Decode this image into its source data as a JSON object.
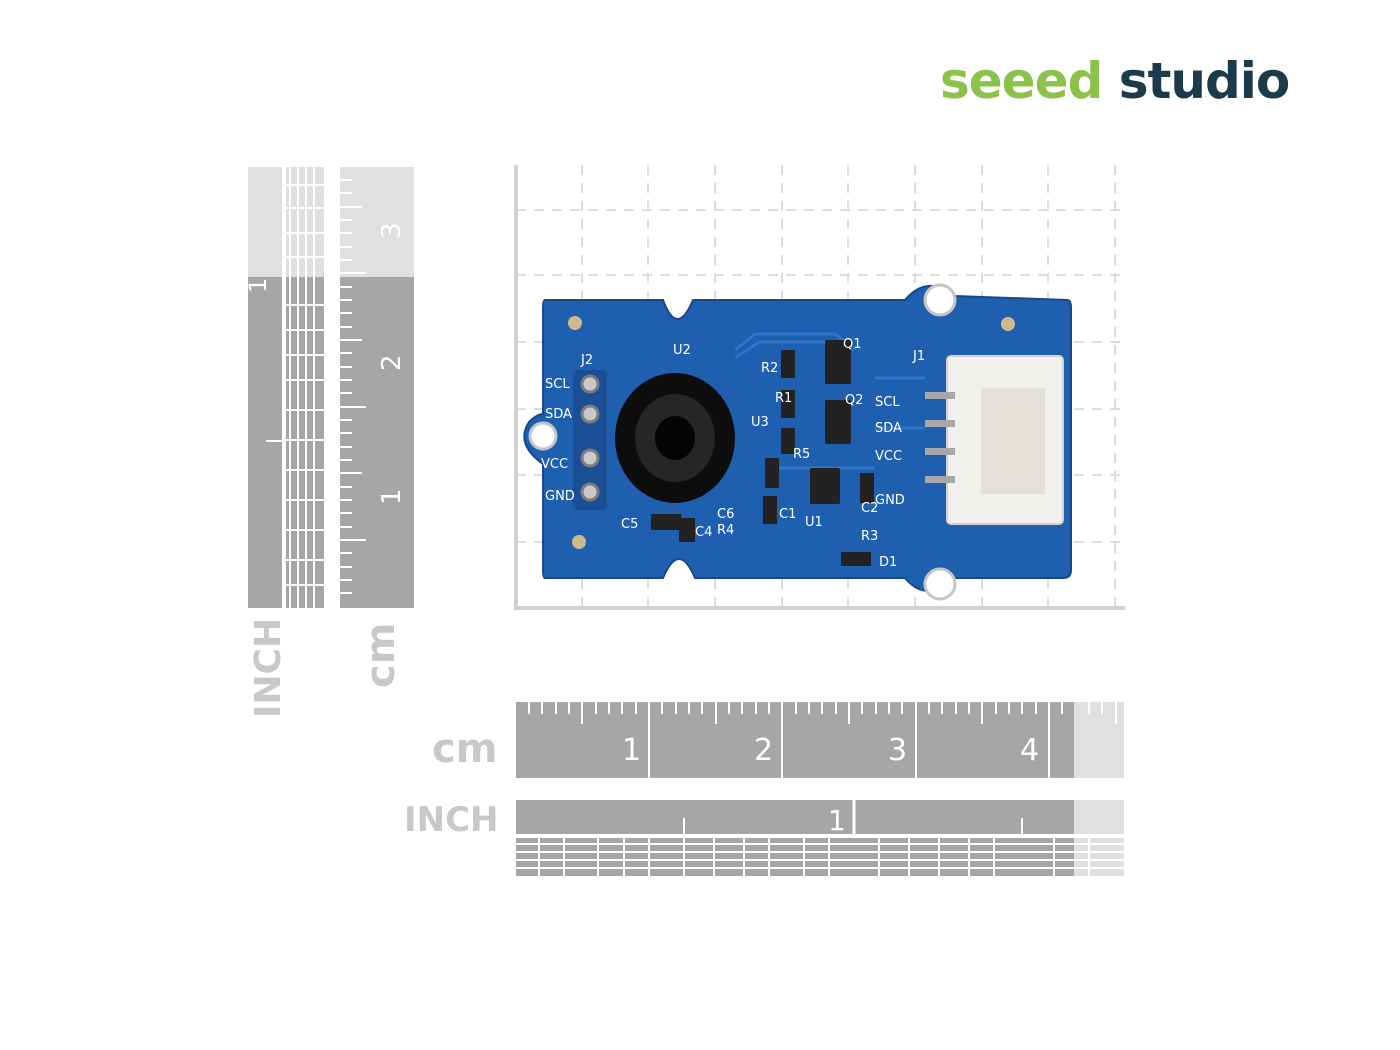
{
  "brand": {
    "part1": "seeed",
    "part2": "studio"
  },
  "rulers": {
    "left_inch_label": "INCH",
    "left_cm_label": "cm",
    "bottom_cm_label": "cm",
    "bottom_inch_label": "INCH",
    "left_inch_ticks": [
      "1"
    ],
    "left_cm_ticks": [
      "3",
      "2",
      "1"
    ],
    "bottom_cm_ticks": [
      "1",
      "2",
      "3",
      "4"
    ],
    "bottom_inch_ticks": [
      "1"
    ]
  },
  "board": {
    "silkscreen": {
      "u2": "U2",
      "j2": "J2",
      "scl": "SCL",
      "sda": "SDA",
      "vcc": "VCC",
      "gnd": "GND",
      "c5": "C5",
      "c6": "C6",
      "r4": "R4",
      "c4": "C4",
      "u3": "U3",
      "r1": "R1",
      "r2": "R2",
      "r5": "R5",
      "q1": "Q1",
      "q2": "Q2",
      "c1": "C1",
      "u1": "U1",
      "c2": "C2",
      "r3": "R3",
      "d1": "D1",
      "j1": "J1",
      "scl2": "SCL",
      "sda2": "SDA",
      "vcc2": "VCC",
      "gnd2": "GND"
    },
    "colors": {
      "pcb": "#1f5fb0",
      "sensor": "#111111",
      "connector": "#f2f0ec",
      "grid": "#d8d8d8"
    }
  }
}
